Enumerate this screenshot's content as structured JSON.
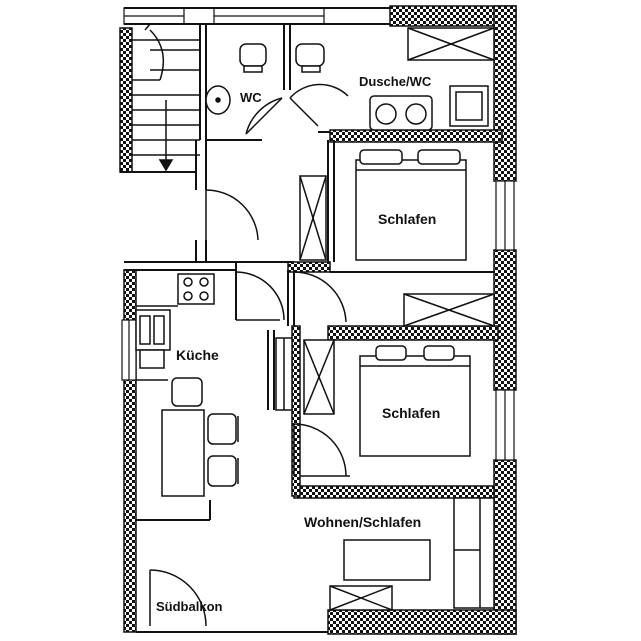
{
  "rooms": {
    "wc": "WC",
    "dusche_wc": "Dusche/WC",
    "schlafen_top": "Schlafen",
    "kueche": "Küche",
    "schlafen_mid": "Schlafen",
    "wohnen_schlafen": "Wohnen/Schlafen",
    "suedbalkon": "Südbalkon"
  },
  "colors": {
    "line": "#111111",
    "background": "#ffffff"
  }
}
